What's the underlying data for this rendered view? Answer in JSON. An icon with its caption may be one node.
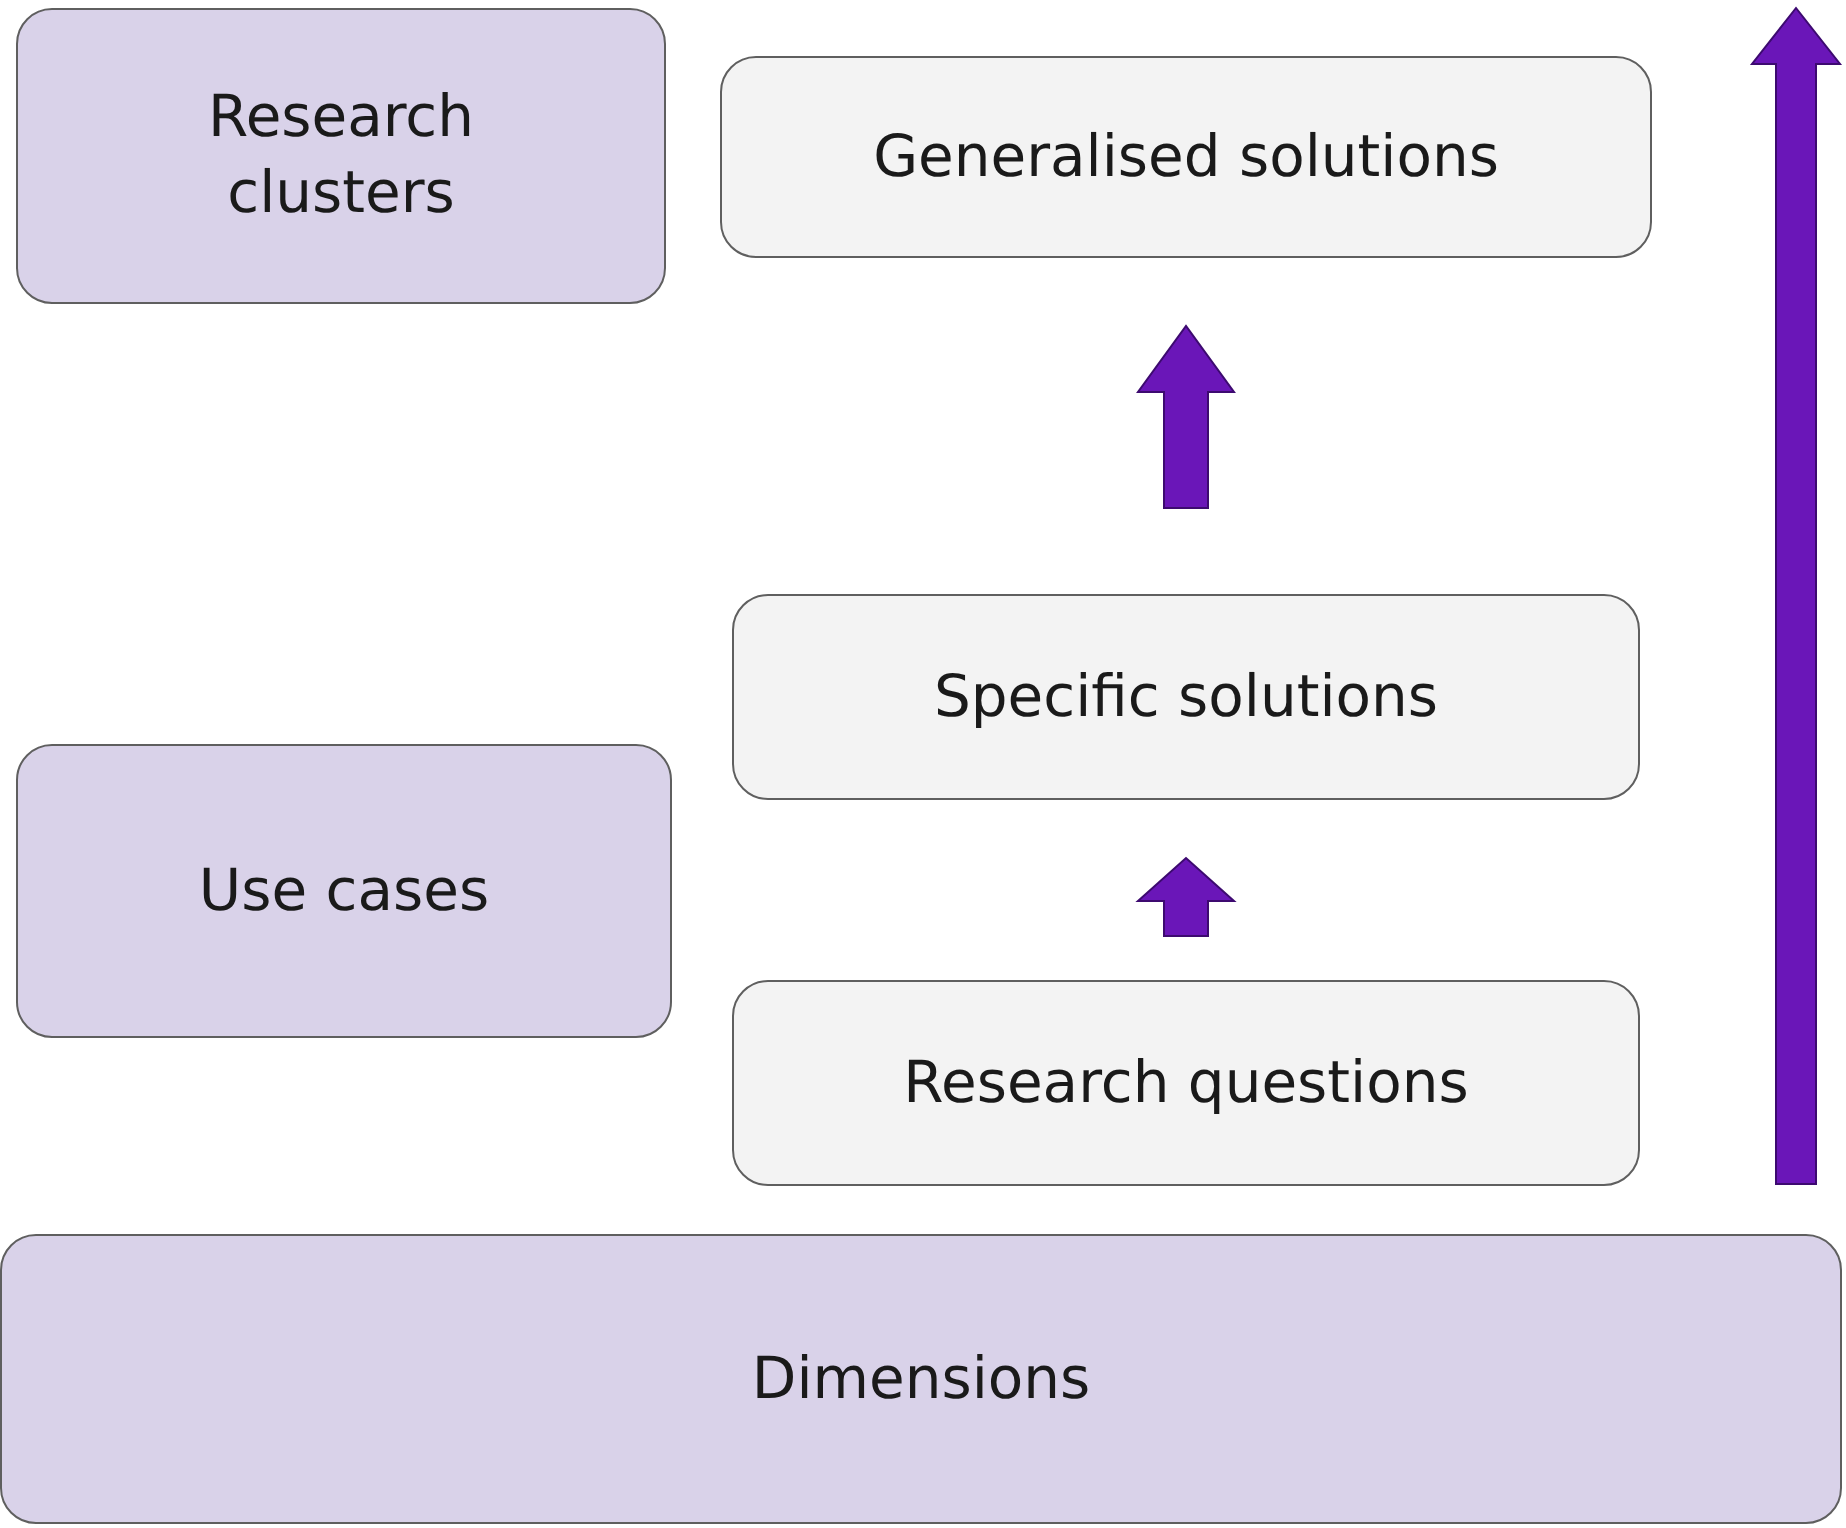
{
  "diagram": {
    "nodes": [
      {
        "text": [
          "Research clusters"
        ]
      },
      {
        "text": [
          "Generalised solutions"
        ]
      },
      {
        "text": [
          "Specific solutions"
        ]
      },
      {
        "text": [
          "Use cases"
        ]
      },
      {
        "text": [
          "Research questions"
        ]
      },
      {
        "text": [
          "Dimensions"
        ]
      }
    ],
    "edges": [
      {
        "from": 2,
        "to": 1,
        "arrow": "to",
        "style": "thick"
      },
      {
        "from": 4,
        "to": 2,
        "arrow": "to",
        "style": "thick"
      }
    ]
  }
}
